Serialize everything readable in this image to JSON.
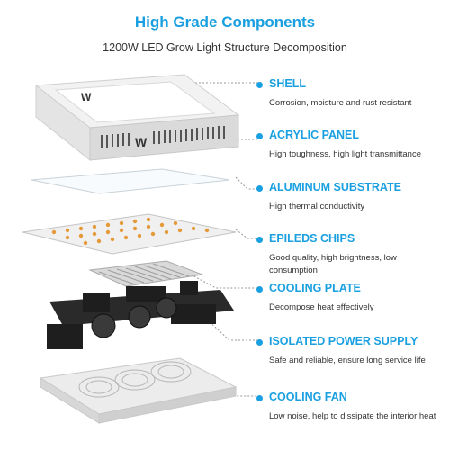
{
  "header": {
    "title": "High Grade Components",
    "subtitle": "1200W LED Grow Light Structure Decomposition"
  },
  "accent_color": "#1aa0e0",
  "components": [
    {
      "name": "SHELL",
      "desc": "Corrosion, moisture and rust resistant"
    },
    {
      "name": "ACRYLIC PANEL",
      "desc": "High toughness, high light transmittance"
    },
    {
      "name": "ALUMINUM SUBSTRATE",
      "desc": "High thermal conductivity"
    },
    {
      "name": "EPILEDS CHIPS",
      "desc": "Good quality, high brightness, low consumption"
    },
    {
      "name": "COOLING PLATE",
      "desc": "Decompose heat effectively"
    },
    {
      "name": "ISOLATED POWER SUPPLY",
      "desc": "Safe and reliable, ensure long service life"
    },
    {
      "name": "COOLING FAN",
      "desc": "Low noise, help to dissipate the interior heat"
    }
  ]
}
